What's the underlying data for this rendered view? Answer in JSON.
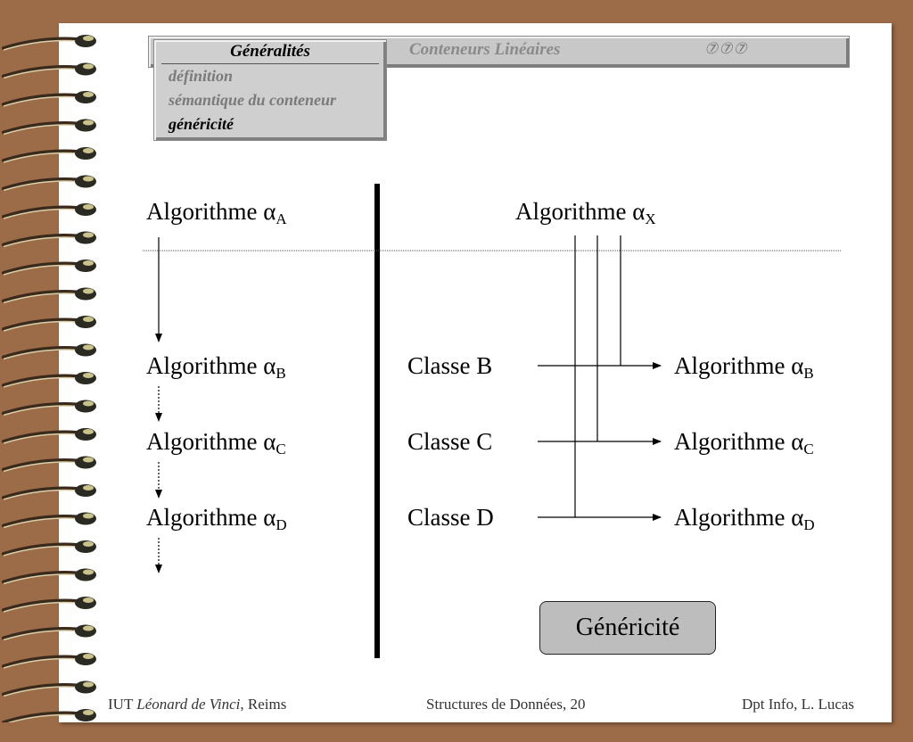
{
  "nav": {
    "active_tab": "Généralités",
    "subitems": [
      "définition",
      "sémantique du conteneur",
      "généricité"
    ],
    "current_subitem_index": 2,
    "tab2": "Conteneurs Linéaires",
    "glyphs": "⑦⑦⑦"
  },
  "left": {
    "alpha_label": "Algorithme α",
    "items": [
      {
        "prefix": "Algorithme α",
        "sub": "A"
      },
      {
        "prefix": "Algorithme α",
        "sub": "B"
      },
      {
        "prefix": "Algorithme α",
        "sub": "C"
      },
      {
        "prefix": "Algorithme α",
        "sub": "D"
      }
    ]
  },
  "right": {
    "top": {
      "prefix": "Algorithme α",
      "sub": "X"
    },
    "classes": [
      "Classe B",
      "Classe C",
      "Classe D"
    ],
    "targets": [
      {
        "prefix": "Algorithme α",
        "sub": "B"
      },
      {
        "prefix": "Algorithme α",
        "sub": "C"
      },
      {
        "prefix": "Algorithme α",
        "sub": "D"
      }
    ]
  },
  "button": {
    "label": "Généricité"
  },
  "footer": {
    "left_prefix": "IUT ",
    "left_italic": "Léonard de Vinci",
    "left_suffix": ", Reims",
    "center": "Structures de Données, 20",
    "right": "Dpt Info, L. Lucas"
  },
  "colors": {
    "page_bg": "#ffffff",
    "frame": "#9c6b48",
    "nav_bg": "#c8c8c8",
    "button_bg": "#bdbdbd"
  }
}
